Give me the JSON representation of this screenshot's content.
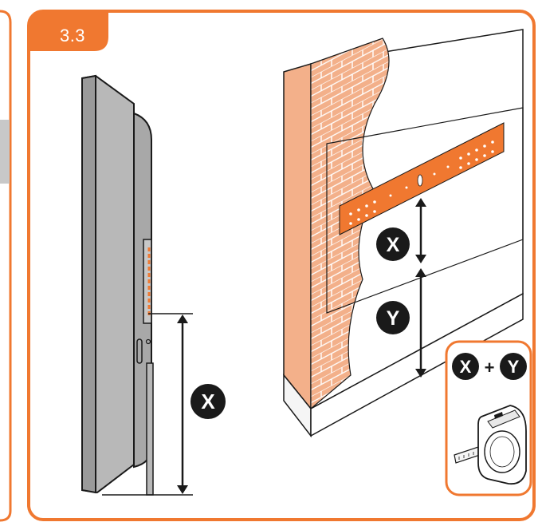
{
  "step": {
    "number": "3.3"
  },
  "tv_side": {
    "marker": "X"
  },
  "wall": {
    "marker_x": "X",
    "marker_y": "Y"
  },
  "measure_box": {
    "marker_x": "X",
    "plus": "+",
    "marker_y": "Y"
  },
  "colors": {
    "accent": "#f07830",
    "brick": "#f3b08a",
    "tv": "#b4b4b4",
    "outline": "#1a1a1a"
  },
  "icons": [
    "tv-side-view",
    "brick-wall",
    "wall-bracket-rail",
    "tape-measure-icon",
    "dimension-arrow"
  ]
}
